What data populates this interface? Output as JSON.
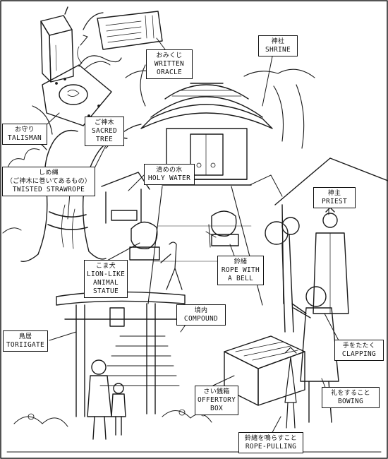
{
  "labels": {
    "omikuji": {
      "jp": "おみくじ",
      "en1": "WRITTEN",
      "en2": "ORACLE"
    },
    "shrine": {
      "jp": "神社",
      "en1": "SHRINE"
    },
    "talisman": {
      "jp": "お守り",
      "en1": "TALISMAN"
    },
    "sacred": {
      "jp": "ご神木",
      "en1": "SACRED",
      "en2": "TREE"
    },
    "shimenawa": {
      "jp1": "しめ縄",
      "jp2": "（ご神木に巻いてあるもの）",
      "en1": "TWISTED STRAWROPE"
    },
    "holywater": {
      "jp": "清めの水",
      "en1": "HOLY WATER"
    },
    "priest": {
      "jp": "神主",
      "en1": "PRIEST"
    },
    "rope": {
      "jp": "鈴緒",
      "en1": "ROPE WITH",
      "en2": "A BELL"
    },
    "lion": {
      "jp": "こま犬",
      "en1": "LION-LIKE",
      "en2": "ANIMAL",
      "en3": "STATUE"
    },
    "compound": {
      "jp": "境内",
      "en1": "COMPOUND"
    },
    "torii": {
      "jp": "鳥居",
      "en1": "TORIIGATE"
    },
    "clapping": {
      "jp": "手をたたく",
      "en1": "CLAPPING"
    },
    "offertory": {
      "jp": "さい銭箱",
      "en1": "OFFERTORY",
      "en2": "BOX"
    },
    "bowing": {
      "jp": "礼をすること",
      "en1": "BOWING"
    },
    "pulling": {
      "jp": "鈴緒を鳴らすこと",
      "en1": "ROPE-PULLING"
    }
  }
}
